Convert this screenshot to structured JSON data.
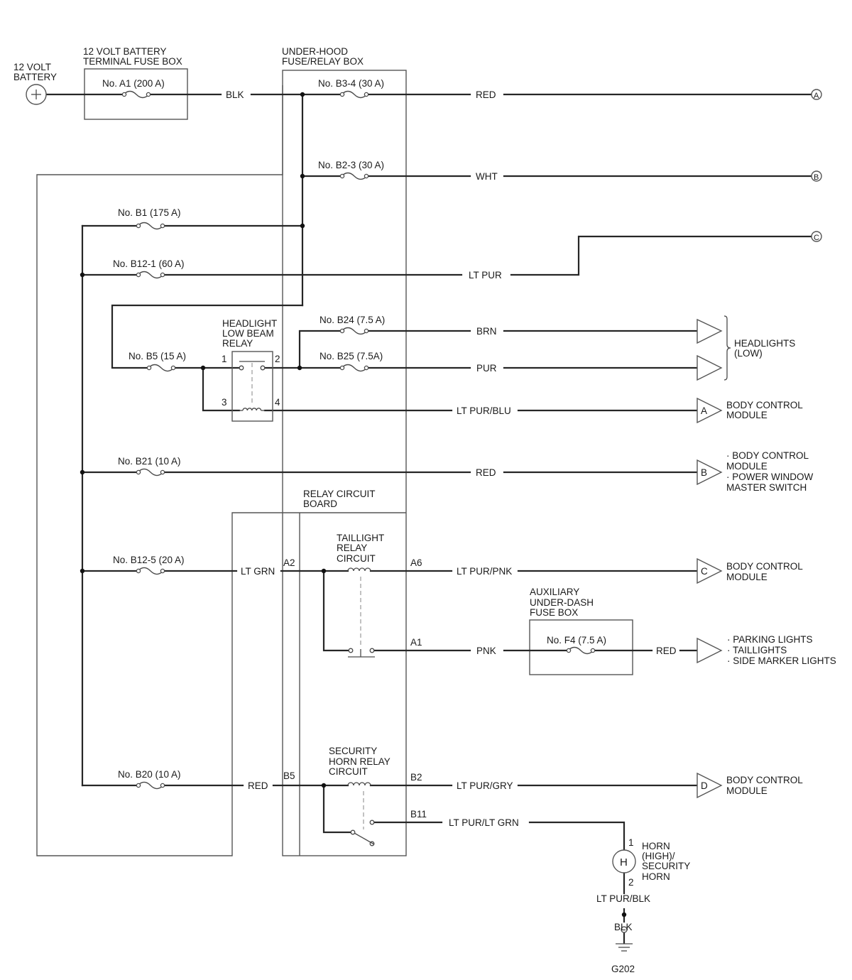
{
  "battery": {
    "label1": "12 VOLT",
    "label2": "BATTERY"
  },
  "battery_fuse_box": {
    "title1": "12 VOLT BATTERY",
    "title2": "TERMINAL FUSE BOX",
    "fuse": "No. A1 (200 A)"
  },
  "under_hood_box": {
    "title1": "UNDER-HOOD",
    "title2": "FUSE/RELAY BOX"
  },
  "relay_board": {
    "title1": "RELAY CIRCUIT",
    "title2": "BOARD"
  },
  "aux_box": {
    "title1": "AUXILIARY",
    "title2": "UNDER-DASH",
    "title3": "FUSE BOX",
    "fuse": "No. F4 (7.5 A)"
  },
  "fuses": {
    "b3_4": "No. B3-4 (30 A)",
    "b2_3": "No. B2-3 (30 A)",
    "b1": "No. B1 (175 A)",
    "b12_1": "No. B12-1 (60 A)",
    "b24": "No. B24 (7.5 A)",
    "b25": "No. B25 (7.5A)",
    "b5": "No. B5 (15 A)",
    "b21": "No. B21 (10 A)",
    "b12_5": "No. B12-5 (20 A)",
    "b20": "No. B20 (10 A)"
  },
  "wires": {
    "blk_battery": "BLK",
    "red_a": "RED",
    "wht_b": "WHT",
    "ltpur_c": "LT PUR",
    "brn": "BRN",
    "pur": "PUR",
    "ltpur_blu": "LT PUR/BLU",
    "red_b21": "RED",
    "ltgrn": "LT GRN",
    "ltpur_pnk": "LT PUR/PNK",
    "pnk": "PNK",
    "red_aux": "RED",
    "red_b20": "RED",
    "ltpur_gry": "LT PUR/GRY",
    "ltpur_ltgrn": "LT PUR/LT GRN",
    "ltpur_blk": "LT PUR/BLK",
    "blk_ground": "BLK"
  },
  "connectors": {
    "a2": "A2",
    "a6": "A6",
    "a1": "A1",
    "b5": "B5",
    "b2": "B2",
    "b11": "B11"
  },
  "headlight_relay": {
    "title1": "HEADLIGHT",
    "title2": "LOW BEAM",
    "title3": "RELAY",
    "pin1": "1",
    "pin2": "2",
    "pin3": "3",
    "pin4": "4"
  },
  "taillight_relay": {
    "title1": "TAILLIGHT",
    "title2": "RELAY",
    "title3": "CIRCUIT"
  },
  "security_relay": {
    "title1": "SECURITY",
    "title2": "HORN RELAY",
    "title3": "CIRCUIT"
  },
  "refs": {
    "a": "A",
    "b": "B",
    "c": "C",
    "d": "D"
  },
  "destinations": {
    "headlights1": "HEADLIGHTS",
    "headlights2": "(LOW)",
    "bcm_a1": "BODY CONTROL",
    "bcm_a2": "MODULE",
    "bcm_b1": "· BODY CONTROL",
    "bcm_b2": "MODULE",
    "bcm_b3": "· POWER WINDOW",
    "bcm_b4": "MASTER SWITCH",
    "bcm_c1": "BODY CONTROL",
    "bcm_c2": "MODULE",
    "lights1": "· PARKING LIGHTS",
    "lights2": "· TAILLIGHTS",
    "lights3": "· SIDE MARKER LIGHTS",
    "bcm_d1": "BODY CONTROL",
    "bcm_d2": "MODULE"
  },
  "horn": {
    "symbol": "H",
    "pin1": "1",
    "pin2": "2",
    "label1": "HORN",
    "label2": "(HIGH)/",
    "label3": "SECURITY",
    "label4": "HORN"
  },
  "ground": {
    "label": "G202"
  }
}
